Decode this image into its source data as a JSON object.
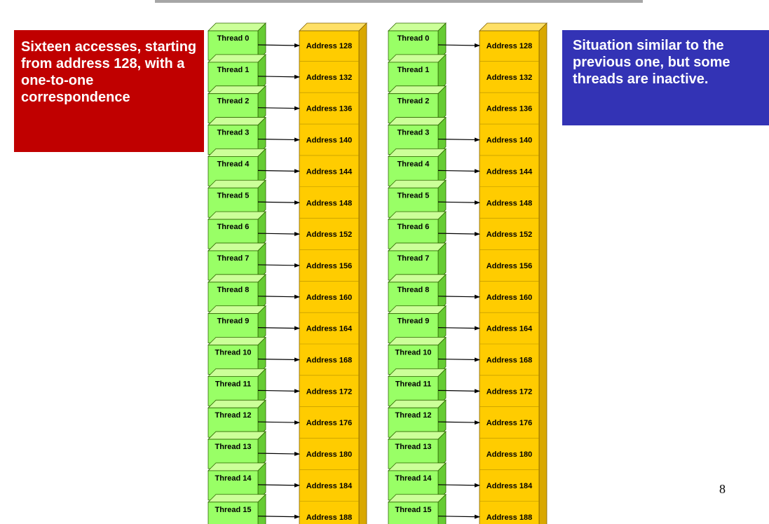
{
  "callouts": {
    "left_text": "Sixteen accesses, starting from address 128, with a one-to-one correspondence",
    "right_text": "Situation similar to the previous one, but some threads are inactive."
  },
  "diagrams": [
    {
      "threads": [
        "Thread 0",
        "Thread 1",
        "Thread 2",
        "Thread 3",
        "Thread 4",
        "Thread 5",
        "Thread 6",
        "Thread 7",
        "Thread 8",
        "Thread 9",
        "Thread 10",
        "Thread 11",
        "Thread 12",
        "Thread 13",
        "Thread 14",
        "Thread 15"
      ],
      "addresses": [
        "Address 128",
        "Address 132",
        "Address 136",
        "Address 140",
        "Address 144",
        "Address 148",
        "Address 152",
        "Address 156",
        "Address 160",
        "Address 164",
        "Address 168",
        "Address 172",
        "Address 176",
        "Address 180",
        "Address 184",
        "Address 188"
      ],
      "active": [
        true,
        true,
        true,
        true,
        true,
        true,
        true,
        true,
        true,
        true,
        true,
        true,
        true,
        true,
        true,
        true
      ]
    },
    {
      "threads": [
        "Thread 0",
        "Thread 1",
        "Thread 2",
        "Thread 3",
        "Thread 4",
        "Thread 5",
        "Thread 6",
        "Thread 7",
        "Thread 8",
        "Thread 9",
        "Thread 10",
        "Thread 11",
        "Thread 12",
        "Thread 13",
        "Thread 14",
        "Thread 15"
      ],
      "addresses": [
        "Address 128",
        "Address 132",
        "Address 136",
        "Address 140",
        "Address 144",
        "Address 148",
        "Address 152",
        "Address 156",
        "Address 160",
        "Address 164",
        "Address 168",
        "Address 172",
        "Address 176",
        "Address 180",
        "Address 184",
        "Address 188"
      ],
      "active": [
        true,
        false,
        false,
        true,
        true,
        true,
        true,
        false,
        true,
        true,
        true,
        true,
        true,
        false,
        true,
        true
      ]
    }
  ],
  "colors": {
    "thread_fill": "#99ff66",
    "thread_side": "#66cc33",
    "thread_top": "#ccff99",
    "address_fill": "#ffcc00",
    "address_side": "#d9a800",
    "address_top": "#ffe066"
  },
  "page_number": "8"
}
